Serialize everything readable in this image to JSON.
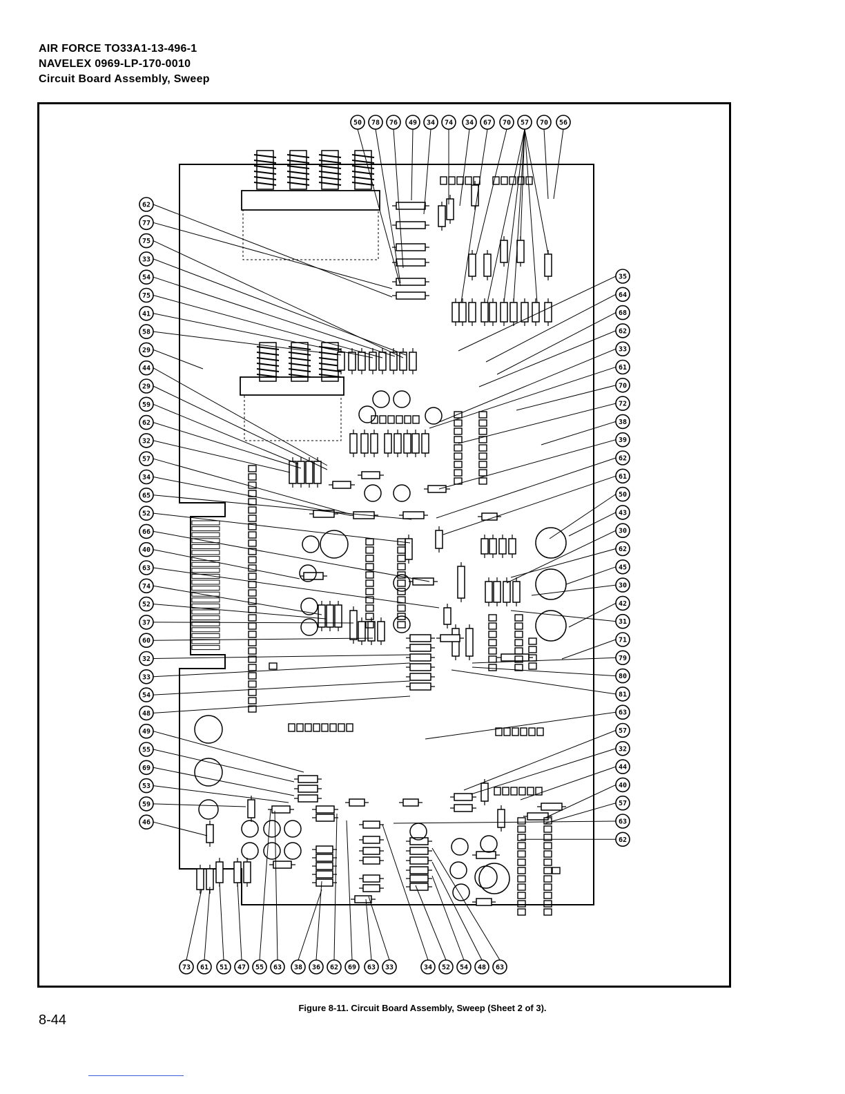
{
  "header": {
    "line1": "AIR FORCE  TO33A1-13-496-1",
    "line2": "NAVELEX  0969-LP-170-0010",
    "line3": "Circuit Board Assembly, Sweep"
  },
  "figure": {
    "caption": "Figure 8-11. Circuit Board Assembly, Sweep (Sheet 2 of 3).",
    "callouts": {
      "top": [
        "50",
        "78",
        "76",
        "49",
        "34",
        "74",
        "34",
        "67",
        "70",
        "57",
        "70",
        "56"
      ],
      "left": [
        "62",
        "77",
        "75",
        "33",
        "54",
        "75",
        "41",
        "58",
        "29",
        "44",
        "29",
        "59",
        "62",
        "32",
        "57",
        "34",
        "65",
        "52",
        "66",
        "40",
        "63",
        "74",
        "52",
        "37",
        "60",
        "32",
        "33",
        "54",
        "48",
        "49",
        "55",
        "69",
        "53",
        "59",
        "46"
      ],
      "right": [
        "35",
        "64",
        "68",
        "62",
        "33",
        "61",
        "70",
        "72",
        "38",
        "39",
        "62",
        "61",
        "50",
        "43",
        "30",
        "62",
        "45",
        "30",
        "42",
        "31",
        "71",
        "79",
        "80",
        "81",
        "63",
        "57",
        "32",
        "44",
        "40",
        "57",
        "63",
        "62"
      ],
      "bottom": [
        "73",
        "61",
        "51",
        "47",
        "55",
        "63",
        "38",
        "36",
        "62",
        "69",
        "63",
        "33",
        "34",
        "52",
        "54",
        "48",
        "63"
      ]
    }
  },
  "page": {
    "number": "8-44"
  }
}
